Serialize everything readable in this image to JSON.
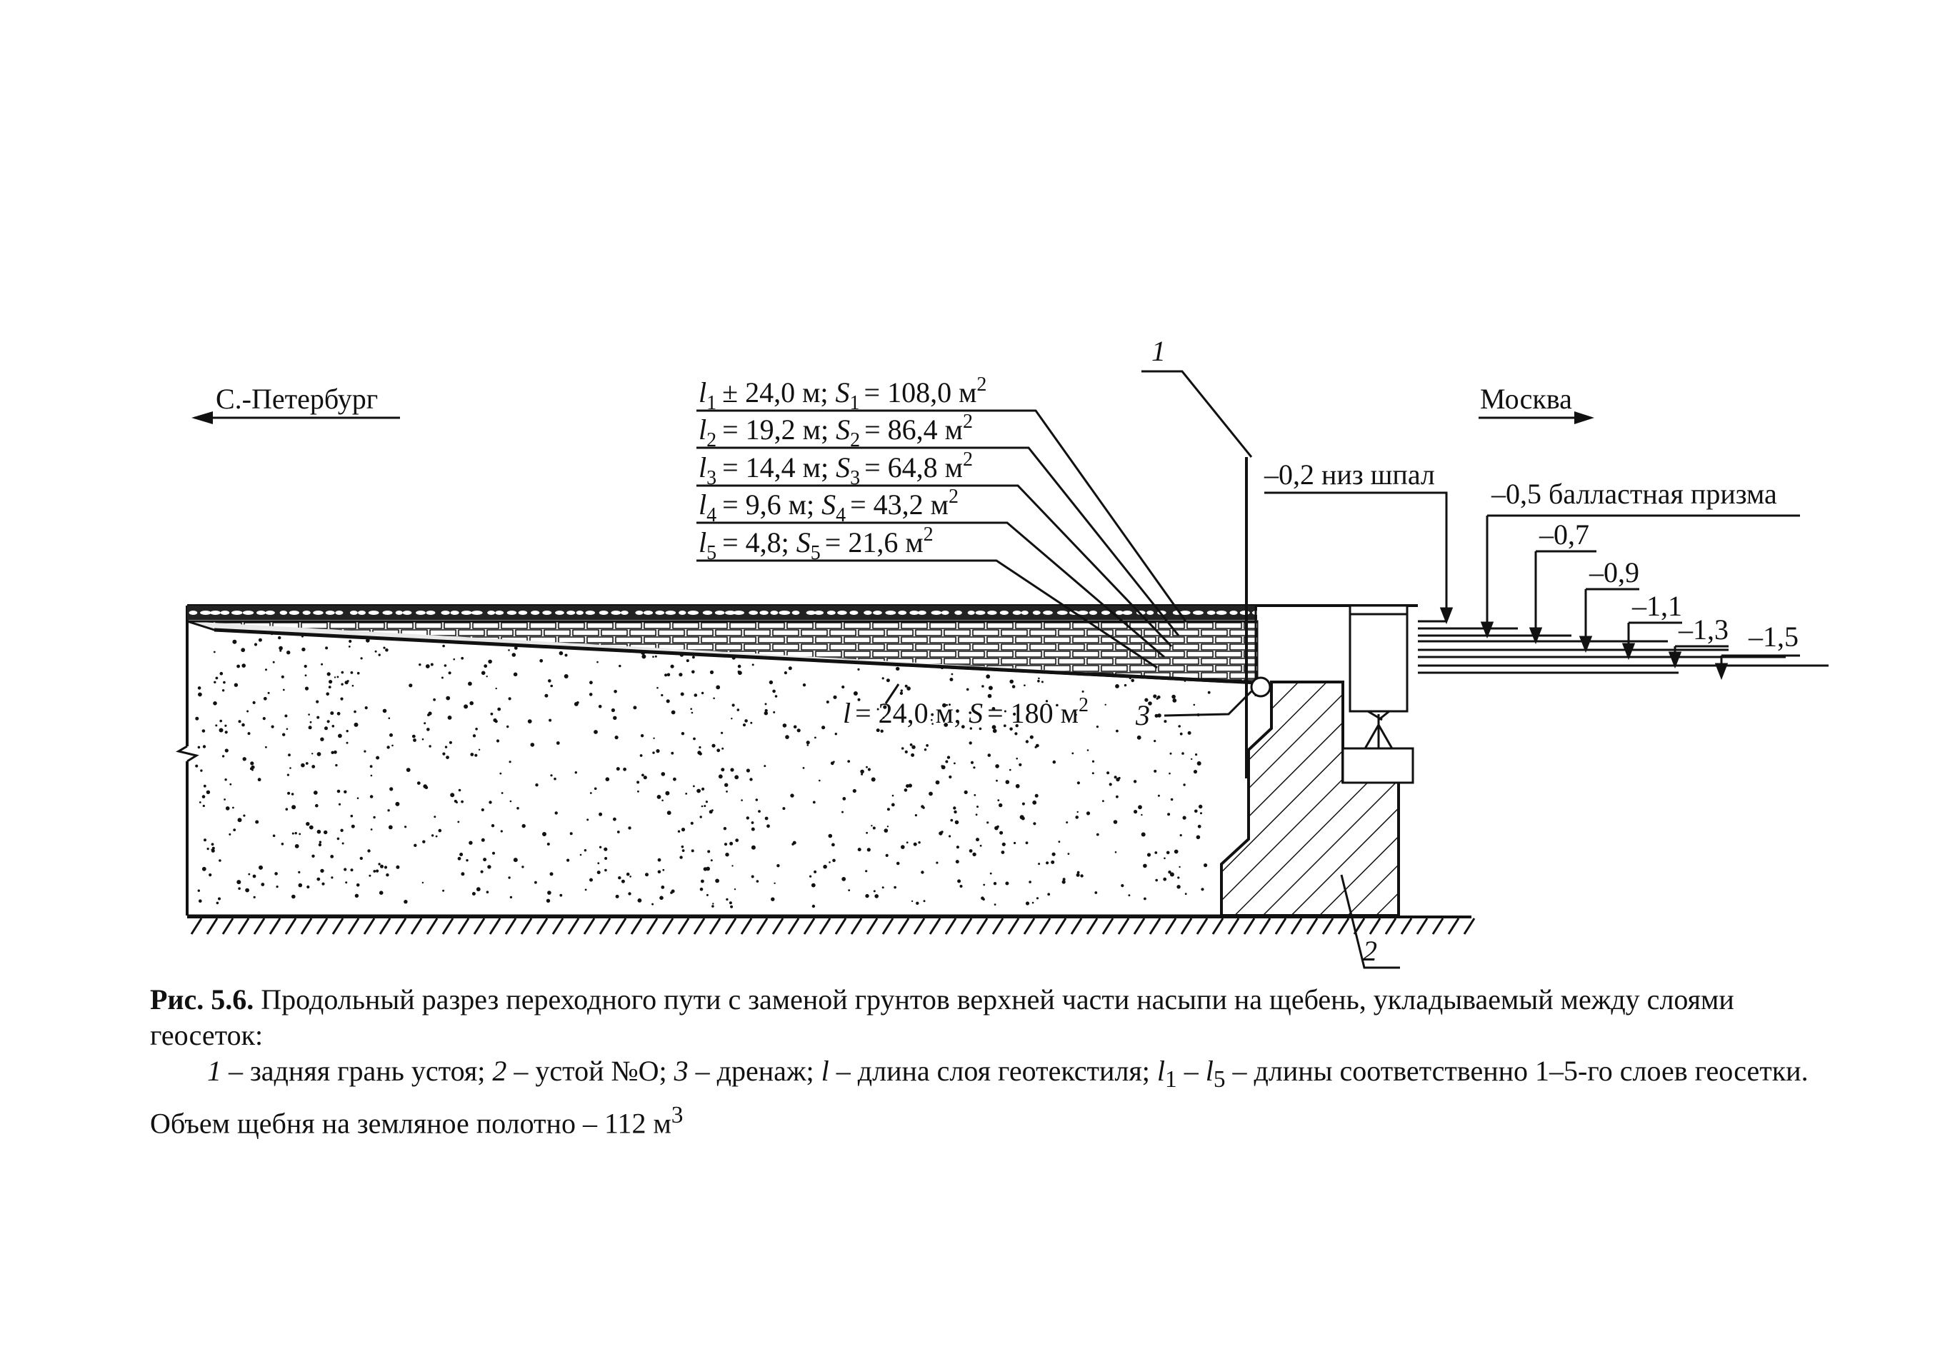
{
  "directions": {
    "left": "С.-Петербург",
    "right": "Москва"
  },
  "layers": [
    {
      "l": "l",
      "ls": "1",
      "lval": "± 24,0 м;",
      "s": "S",
      "ss": "1",
      "sval": "= 108,0 м",
      "sup": "2"
    },
    {
      "l": "l",
      "ls": "2",
      "lval": "= 19,2 м;",
      "s": "S",
      "ss": "2",
      "sval": "= 86,4 м",
      "sup": "2"
    },
    {
      "l": "l",
      "ls": "3",
      "lval": "= 14,4 м;",
      "s": "S",
      "ss": "3",
      "sval": "= 64,8 м",
      "sup": "2"
    },
    {
      "l": "l",
      "ls": "4",
      "lval": "= 9,6 м;",
      "s": "S",
      "ss": "4",
      "sval": "= 43,2 м",
      "sup": "2"
    },
    {
      "l": "l",
      "ls": "5",
      "lval": "= 4,8;",
      "s": "S",
      "ss": "5",
      "sval": "= 21,6 м",
      "sup": "2"
    }
  ],
  "geotextile": {
    "l": "l",
    "lval": "= 24,0 м;",
    "s": "S",
    "sval": "= 180 м",
    "sup": "2"
  },
  "markers": {
    "one": "1",
    "two": "2",
    "three": "3"
  },
  "elevations": {
    "sleepers": "–0,2  низ шпал",
    "ballast": "–0,5 балластная призма",
    "e07": "–0,7",
    "e09": "–0,9",
    "e11": "–1,1",
    "e13": "–1,3",
    "e15": "–1,5"
  },
  "caption": {
    "fig": "Рис. 5.6.",
    "title": " Продольный разрез переходного пути с заменой грунтов верхней части насыпи на щебень, укладываемый между слоями геосеток:",
    "n1": "1",
    "t1": " – задняя грань устоя; ",
    "n2": "2",
    "t2": " – устой №О; ",
    "n3": "3",
    "t3": " – дренаж; ",
    "nl": "l",
    "t4": " – длина слоя геотекстиля; ",
    "nl1": "l",
    "nl1s": "1",
    "t5": " – ",
    "nl5": "l",
    "nl5s": "5",
    "t6": " – длины соответственно 1–5-го слоев геосетки. Объем щебня на земляное полотно – 112 м",
    "sup": "3"
  }
}
